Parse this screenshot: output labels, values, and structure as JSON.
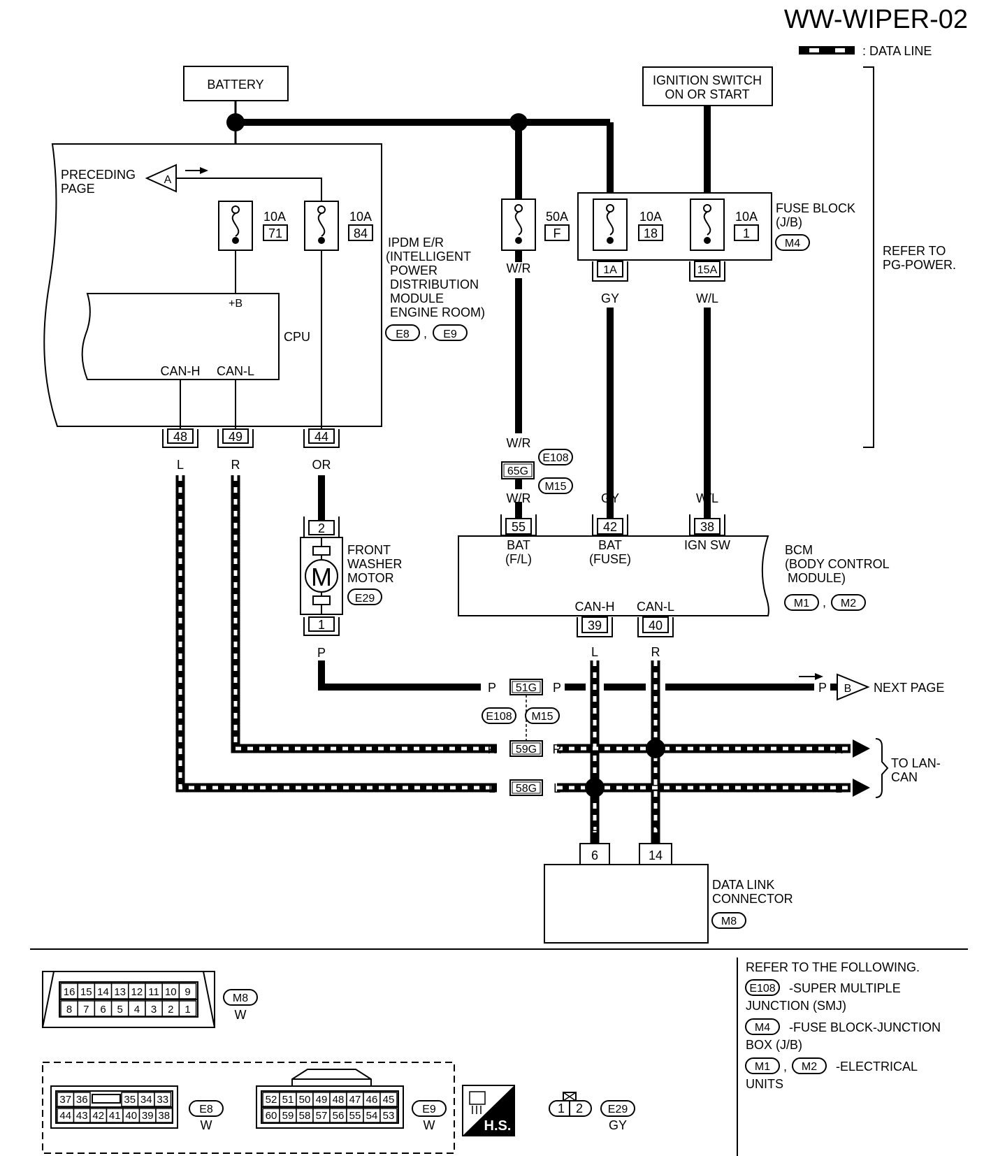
{
  "page": {
    "id": "WW-WIPER-02",
    "legend_data_line": ": DATA LINE",
    "refer_pg_power": [
      "REFER TO",
      "PG-POWER."
    ],
    "to_lan_can": [
      "TO LAN-",
      "CAN"
    ]
  },
  "components": {
    "battery": "BATTERY",
    "ignition": [
      "IGNITION SWITCH",
      "ON OR START"
    ],
    "fuse_block": [
      "FUSE BLOCK",
      "(J/B)"
    ],
    "ipdm": [
      "IPDM E/R",
      "(INTELLIGENT",
      "POWER",
      "DISTRIBUTION",
      "MODULE",
      "ENGINE ROOM)"
    ],
    "cpu": "CPU",
    "cpu_pins": {
      "b": "+B",
      "canh": "CAN-H",
      "canl": "CAN-L"
    },
    "preceding": [
      "PRECEDING",
      "PAGE"
    ],
    "conn_a": "A",
    "conn_b": "B",
    "next_page": "NEXT PAGE",
    "motor": [
      "FRONT",
      "WASHER",
      "MOTOR"
    ],
    "motor_symbol": "M",
    "bcm": [
      "BCM",
      "(BODY CONTROL",
      "MODULE)"
    ],
    "bcm_pins": {
      "bat_fl": [
        "BAT",
        "(F/L)"
      ],
      "bat_fuse": [
        "BAT",
        "(FUSE)"
      ],
      "ign": "IGN SW",
      "canh": "CAN-H",
      "canl": "CAN-L"
    },
    "dlc": [
      "DATA LINK",
      "CONNECTOR"
    ]
  },
  "fuses": {
    "f71": {
      "amp": "10A",
      "num": "71"
    },
    "f84": {
      "amp": "10A",
      "num": "84"
    },
    "f50": {
      "amp": "50A",
      "num": "F"
    },
    "f18": {
      "amp": "10A",
      "num": "18"
    },
    "f1": {
      "amp": "10A",
      "num": "1"
    }
  },
  "pins": {
    "p48": "48",
    "p49": "49",
    "p44": "44",
    "p1a": "1A",
    "p15a": "15A",
    "p55": "55",
    "p42": "42",
    "p38": "38",
    "p39": "39",
    "p40": "40",
    "m2": "2",
    "m1": "1",
    "d6": "6",
    "d14": "14",
    "j65": "65G",
    "j51": "51G",
    "j59": "59G",
    "j58": "58G"
  },
  "wires": {
    "wr": "W/R",
    "gy": "GY",
    "wl": "W/L",
    "l": "L",
    "r": "R",
    "or": "OR",
    "p": "P"
  },
  "connector_ids": {
    "e8": "E8",
    "e9": "E9",
    "m4": "M4",
    "e108": "E108",
    "m15": "M15",
    "e29": "E29",
    "m1": "M1",
    "m2": "M2",
    "m8": "M8"
  },
  "connector_views": {
    "m8": {
      "id": "M8",
      "color": "W",
      "top": [
        "16",
        "15",
        "14",
        "13",
        "12",
        "11",
        "10",
        "9"
      ],
      "bottom": [
        "8",
        "7",
        "6",
        "5",
        "4",
        "3",
        "2",
        "1"
      ]
    },
    "e8": {
      "id": "E8",
      "color": "W",
      "top": [
        "37",
        "36",
        "35",
        "34",
        "33"
      ],
      "bottom": [
        "44",
        "43",
        "42",
        "41",
        "40",
        "39",
        "38"
      ]
    },
    "e9": {
      "id": "E9",
      "color": "W",
      "top": [
        "52",
        "51",
        "50",
        "49",
        "48",
        "47",
        "46",
        "45"
      ],
      "bottom": [
        "60",
        "59",
        "58",
        "57",
        "56",
        "55",
        "54",
        "53"
      ]
    },
    "e29": {
      "id": "E29",
      "color": "GY",
      "pins": [
        "1",
        "2"
      ]
    },
    "hs": "H.S."
  },
  "refer_following": {
    "title": "REFER TO THE FOLLOWING.",
    "e108": [
      "-SUPER MULTIPLE",
      "JUNCTION (SMJ)"
    ],
    "m4": [
      "-FUSE BLOCK-JUNCTION",
      "BOX (J/B)"
    ],
    "m1m2": [
      "-ELECTRICAL",
      "UNITS"
    ]
  }
}
